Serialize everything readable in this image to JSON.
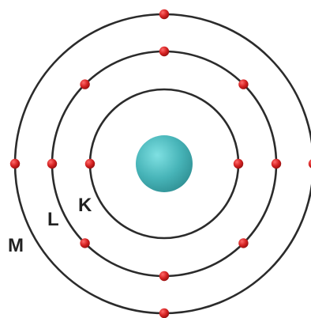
{
  "colors": {
    "orbit": "#2b2b2b",
    "electron": "#cc1f1f",
    "nucleus": "#4fbcc0"
  },
  "shells": [
    {
      "label": "K",
      "electrons": 2
    },
    {
      "label": "L",
      "electrons": 8
    },
    {
      "label": "M",
      "electrons": 4
    }
  ]
}
